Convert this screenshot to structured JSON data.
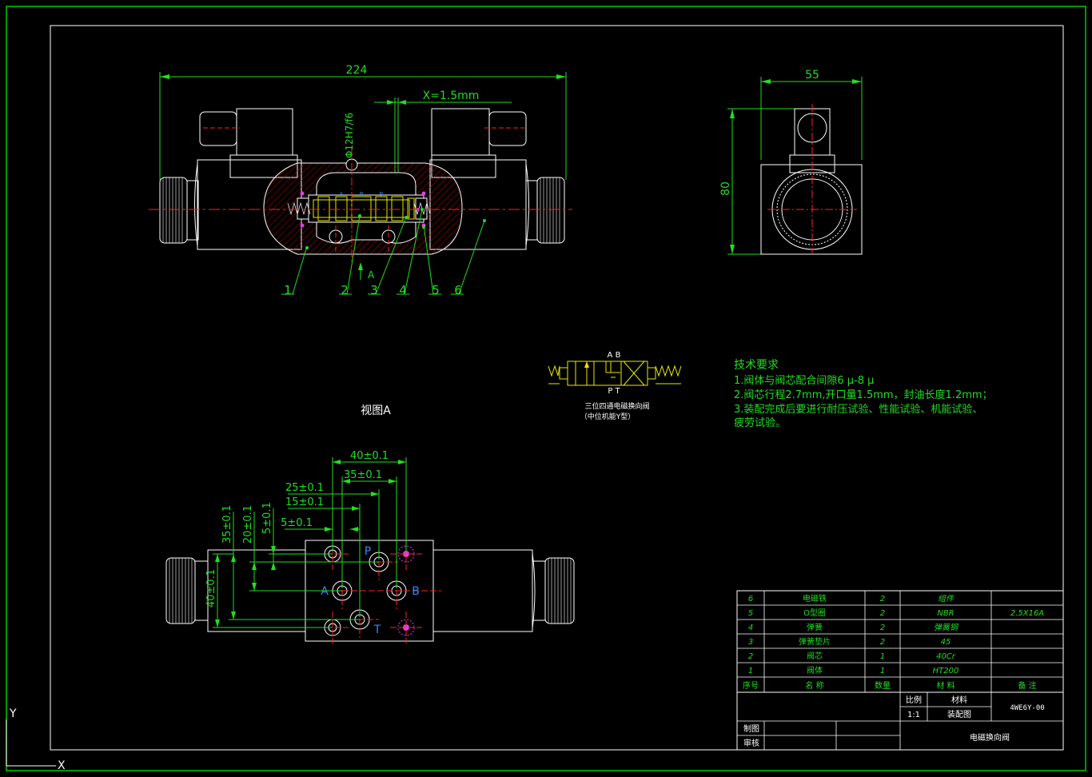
{
  "colors": {
    "background": "#000000",
    "frame": "#00c800",
    "dimension": "#22dd22",
    "outline": "#ffffff",
    "centerline": "#ff2020",
    "spool": "#e8e800",
    "accent": "#e040e0",
    "symbol": "#e8e800"
  },
  "front_view": {
    "overall_length": "224",
    "fit_label": "Φ12H7/f6",
    "stroke_label": "X=1.5mm",
    "view_arrow_label": "A",
    "port_letters": [
      "A",
      "P",
      "B"
    ],
    "callouts": [
      "1",
      "2",
      "3",
      "4",
      "5",
      "6"
    ]
  },
  "side_view": {
    "width": "55",
    "height": "80"
  },
  "view_a": {
    "title": "视图A",
    "horizontal_dims": [
      "40±0.1",
      "35±0.1",
      "25±0.1",
      "15±0.1",
      "5±0.1"
    ],
    "vertical_dims": [
      "35±0.1",
      "20±0.1",
      "5±0.1",
      "40±0.1"
    ],
    "ports": [
      "P",
      "A",
      "B",
      "T"
    ]
  },
  "symbol": {
    "top_ports": "A B",
    "bottom_ports": "P T",
    "caption_line1": "三位四通电磁换向阀",
    "caption_line2": "（中位机能Y型）"
  },
  "tech_requirements": {
    "title": "技术要求",
    "lines": [
      "1.阀体与阀芯配合间隙6 μ-8 μ",
      "2.阀芯行程2.7mm,开口量1.5mm，封油长度1.2mm；",
      "3.装配完成后要进行耐压试验、性能试验、机能试验、",
      "疲劳试验。"
    ]
  },
  "bom": {
    "rows": [
      {
        "no": "6",
        "name": "电磁铁",
        "qty": "2",
        "material": "组件",
        "note": ""
      },
      {
        "no": "5",
        "name": "O型圈",
        "qty": "2",
        "material": "NBR",
        "note": "2.5X16A"
      },
      {
        "no": "4",
        "name": "弹簧",
        "qty": "2",
        "material": "弹簧钢",
        "note": ""
      },
      {
        "no": "3",
        "name": "弹簧垫片",
        "qty": "2",
        "material": "45",
        "note": ""
      },
      {
        "no": "2",
        "name": "阀芯",
        "qty": "1",
        "material": "40Cr",
        "note": ""
      },
      {
        "no": "1",
        "name": "阀体",
        "qty": "1",
        "material": "HT200",
        "note": ""
      }
    ],
    "headers": {
      "no": "序号",
      "name": "名 称",
      "qty": "数量",
      "material": "材 料",
      "note": "备 注"
    }
  },
  "title_block": {
    "scale_label": "比例",
    "scale_value": "1:1",
    "material_label": "材料",
    "drawing_type": "装配图",
    "drawing_number": "4WE6Y-00",
    "drawn_by_label": "制图",
    "checked_by_label": "审核",
    "part_name": "电磁换向阀"
  },
  "ucs": {
    "x_label": "X",
    "y_label": "Y"
  }
}
